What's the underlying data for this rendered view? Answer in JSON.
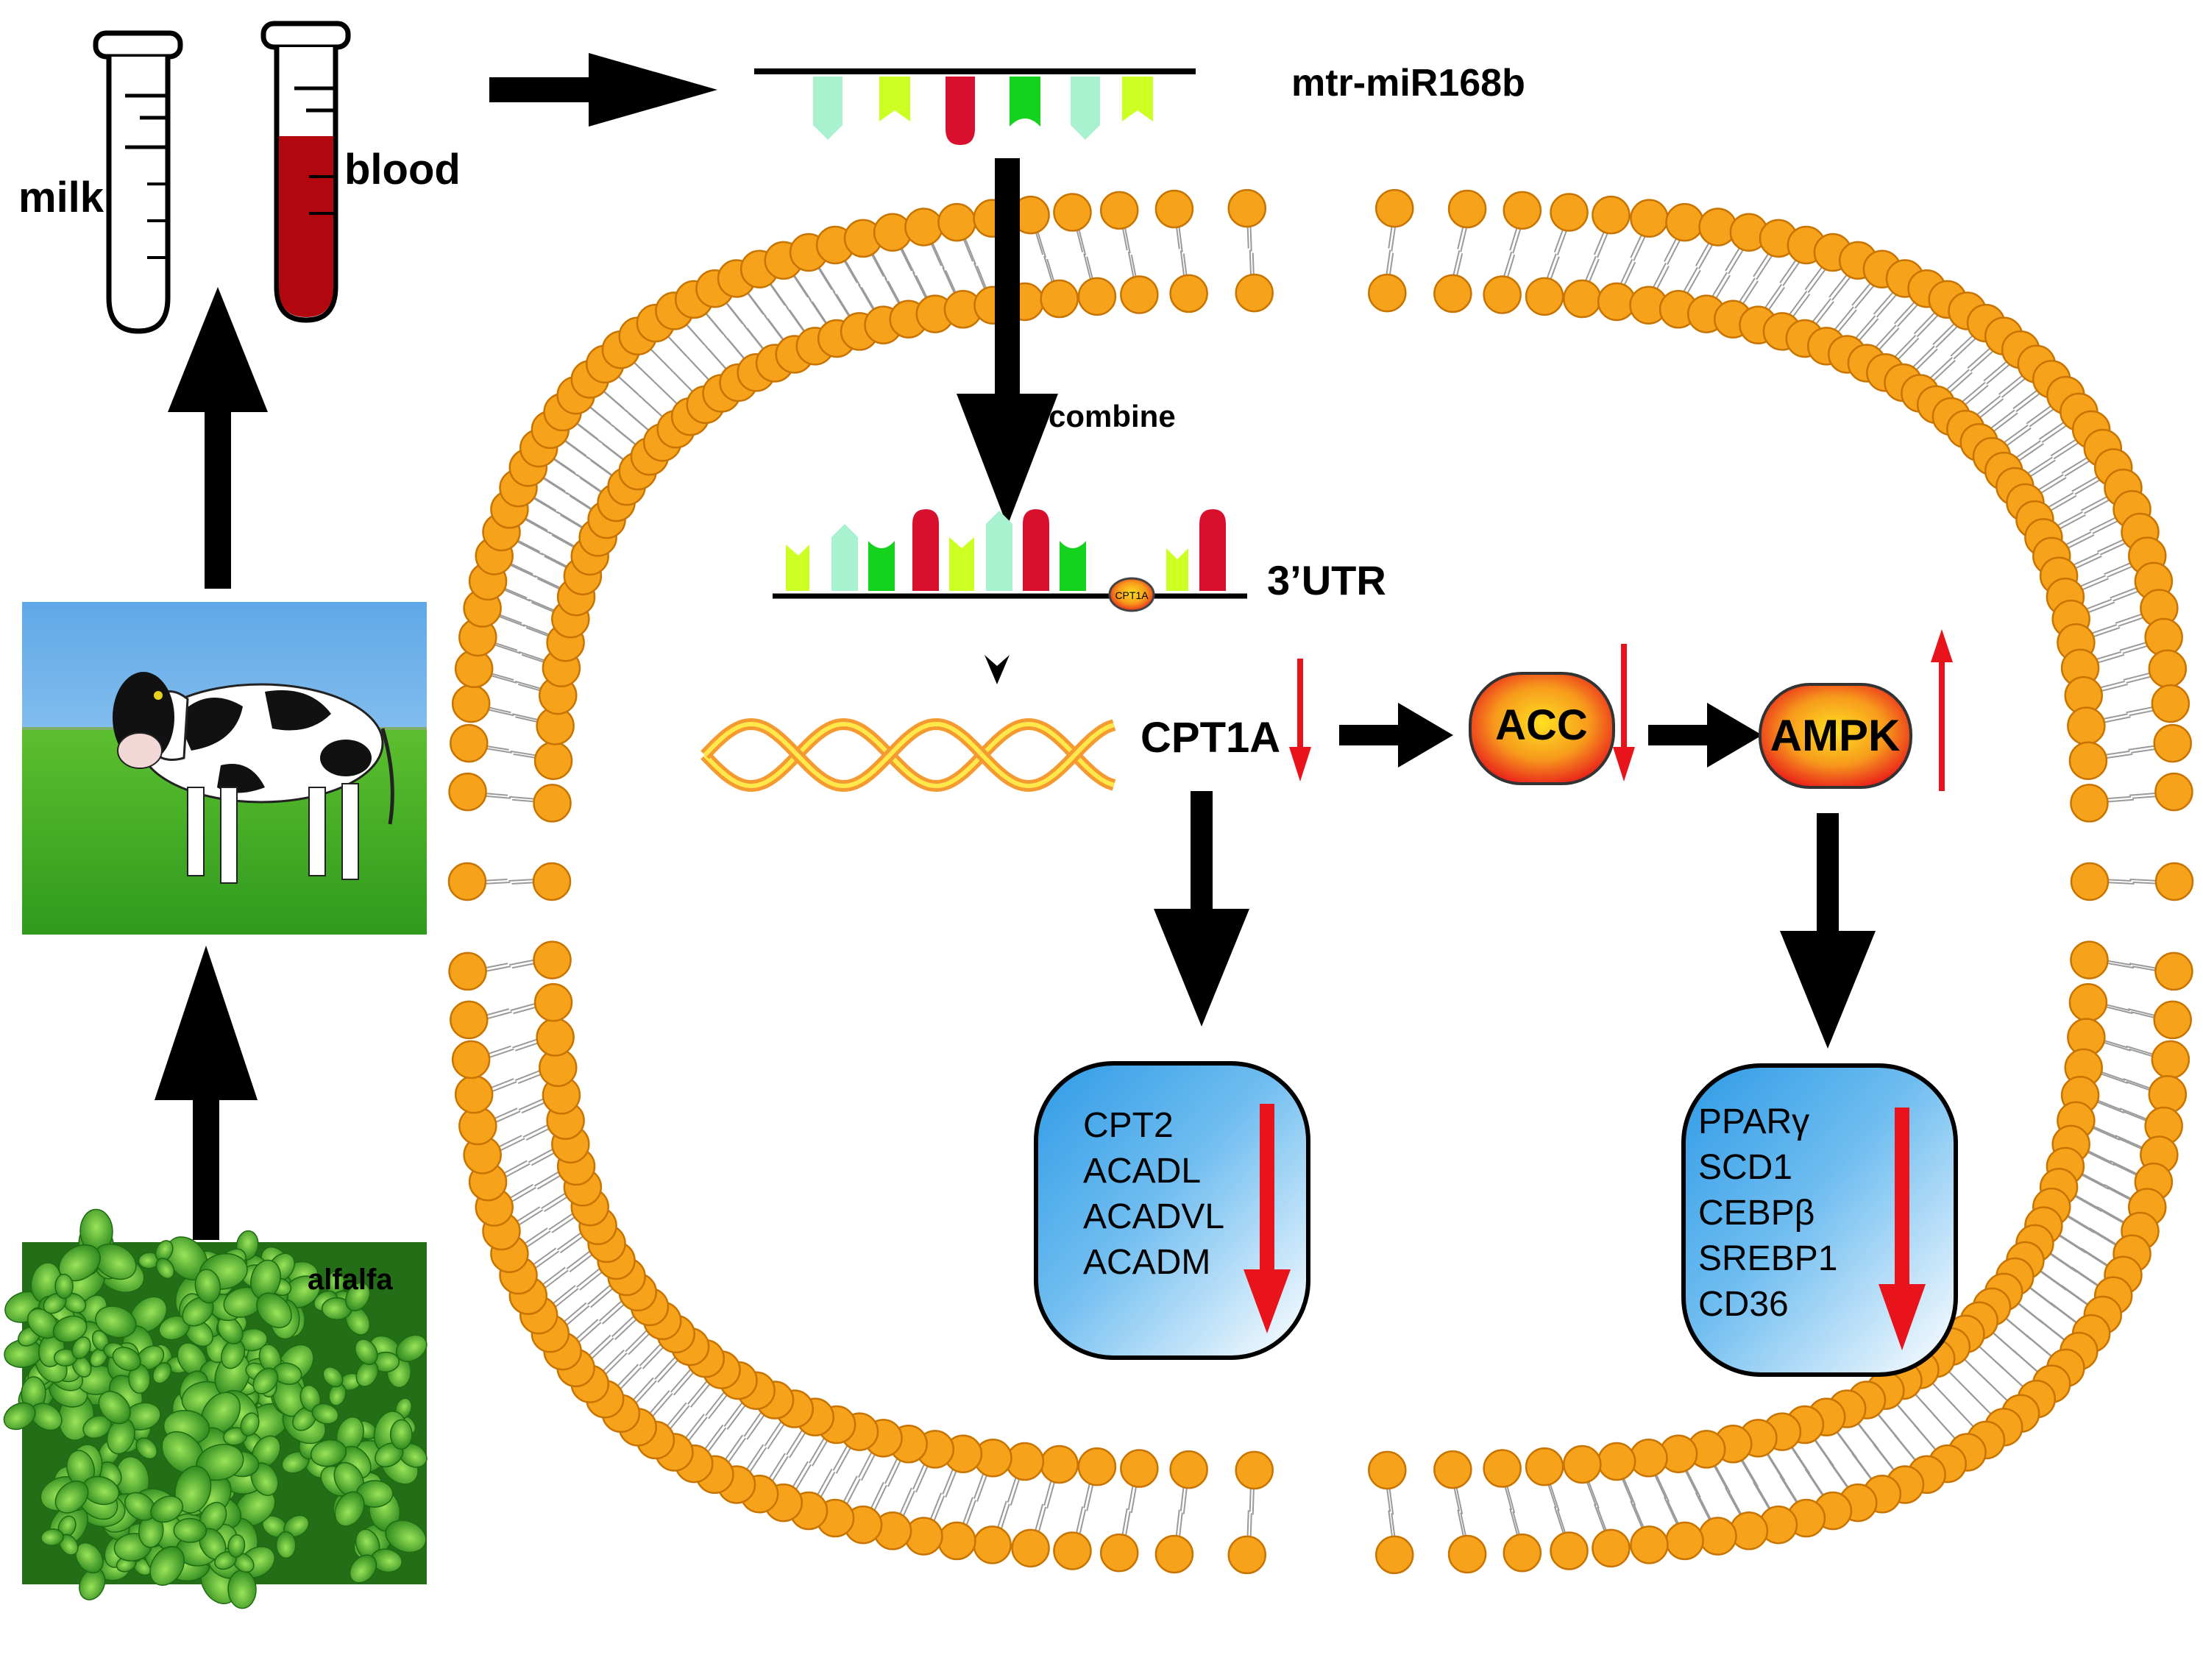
{
  "labels": {
    "milk": "milk",
    "blood": "blood",
    "mirna": "mtr-miR168b",
    "combine": "combine",
    "utr": "3’UTR",
    "cpt1a": "CPT1A",
    "cpt1a_small": "CPT1A",
    "acc": "ACC",
    "ampk": "AMPK",
    "alfalfa": "alfalfa"
  },
  "left_genes": [
    "CPT2",
    "ACADL",
    "ACADVL",
    "ACADM"
  ],
  "right_genes": [
    "PPARγ",
    "SCD1",
    "CEBPβ",
    "SREBP1",
    "CD36"
  ],
  "colors": {
    "lipid_head": "#F7A21B",
    "lipid_stroke": "#C77400",
    "arrow_black": "#000000",
    "arrow_red": "#E8131B",
    "blood": "#B3070F",
    "gene_box_top": "#2F9BE6",
    "gene_box_bottom": "#FFFFFF",
    "enzyme_fill_center": "#FFE020",
    "enzyme_fill_edge": "#E8171B",
    "mirna_colors": [
      "#A8F2CF",
      "#CCFF22",
      "#D8102E",
      "#14D21E",
      "#A8F2CF",
      "#CCFF22"
    ]
  },
  "regulation": {
    "cpt1a": "down",
    "acc": "down",
    "ampk": "up",
    "lipid_oxidation_genes": "down",
    "lipogenic_genes": "down"
  },
  "icons": {
    "milk_tube": "test-tube-icon",
    "blood_tube": "blood-tube-icon",
    "cow_photo": "cow-photo",
    "alfalfa_photo": "alfalfa-photo",
    "helix": "dna-helix-icon"
  }
}
